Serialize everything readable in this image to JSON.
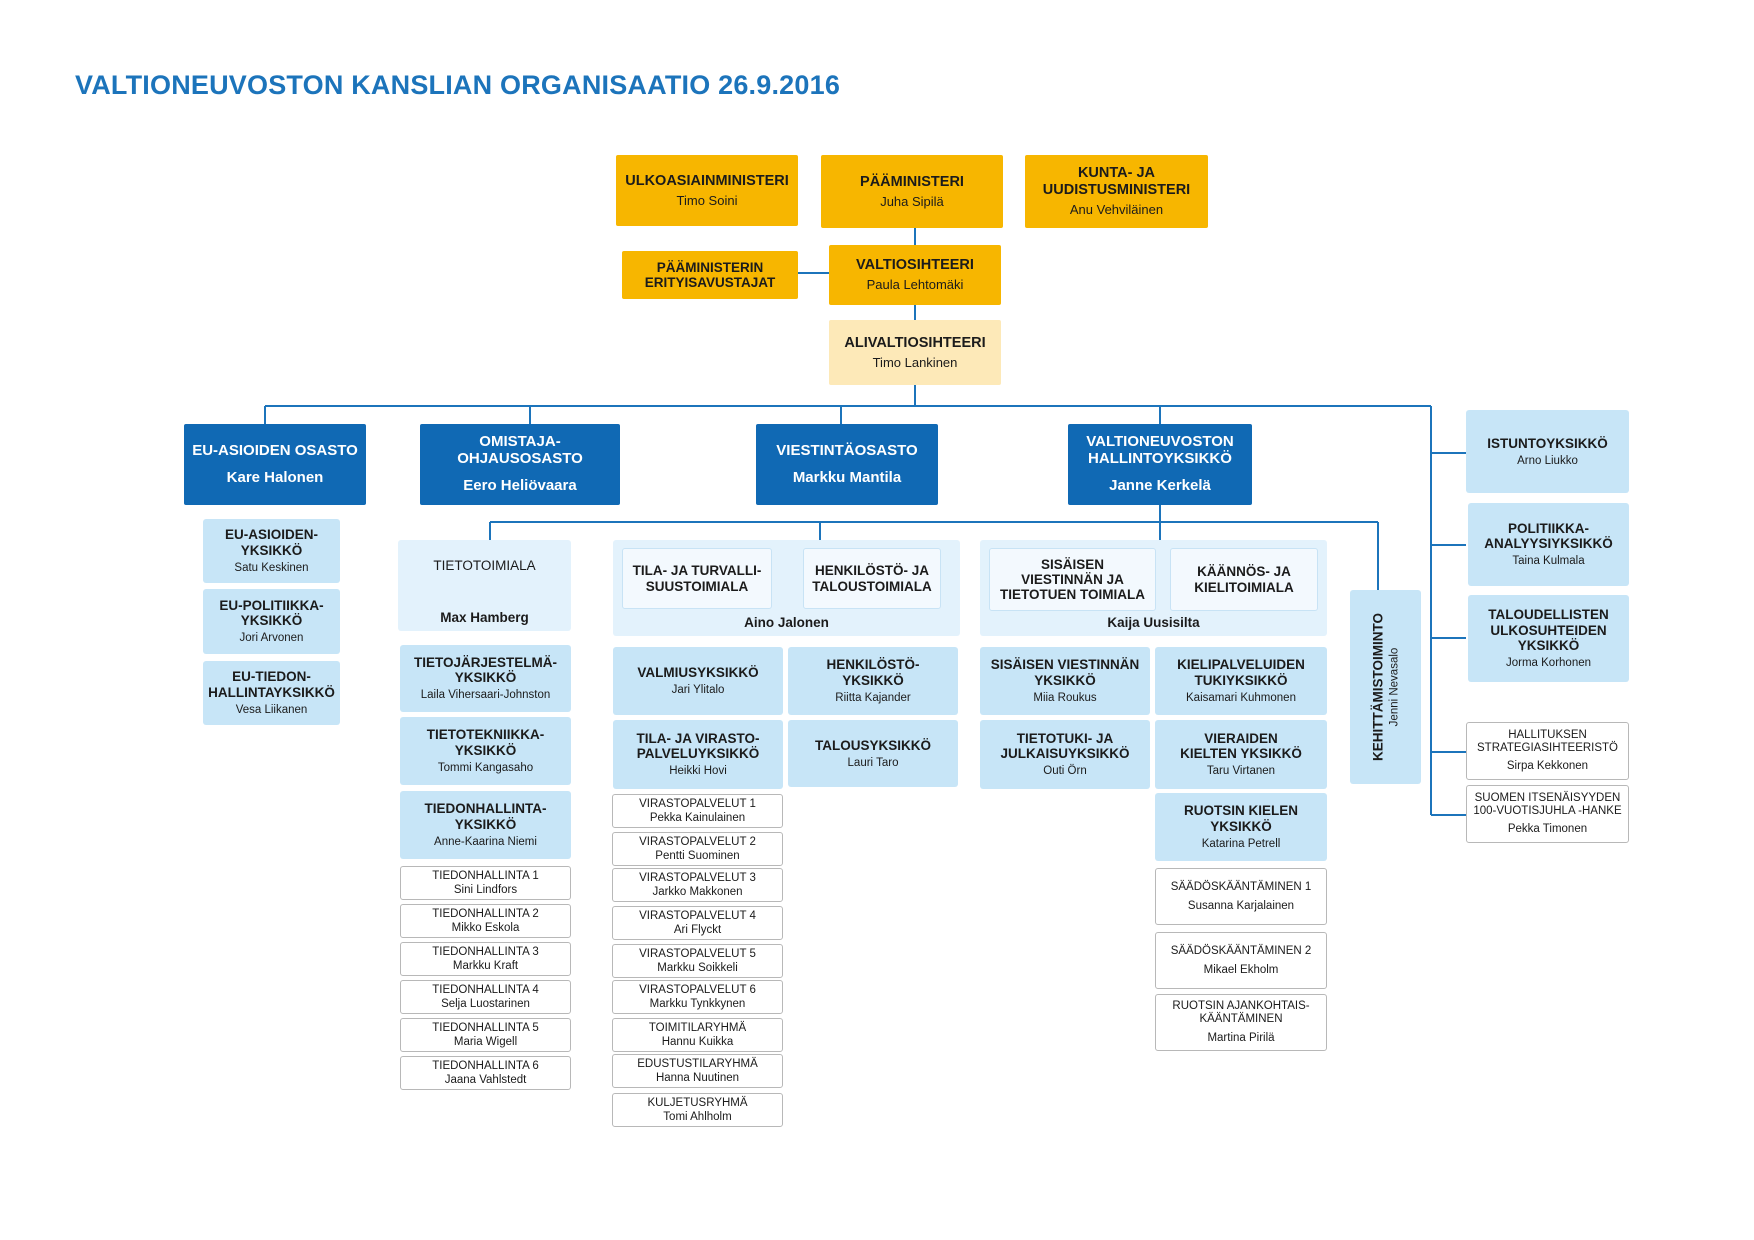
{
  "title": "VALTIONEUVOSTON KANSLIAN ORGANISAATIO 26.9.2016",
  "colors": {
    "title": "#1c74bb",
    "gold": "#f7b600",
    "cream": "#fde9b8",
    "dept": "#1069b4",
    "unit": "#c7e5f7",
    "light": "#e3f2fc",
    "line": "#1c74bb"
  },
  "leadership": {
    "ulkoministeri": {
      "title": "ULKOASIAINMINISTERI",
      "person": "Timo Soini"
    },
    "paaministeri": {
      "title": "PÄÄMINISTERI",
      "person": "Juha Sipilä"
    },
    "kuntaministeri": {
      "title": "KUNTA- JA\nUUDISTUSMINISTERI",
      "person": "Anu Vehviläinen"
    },
    "erityisavustajat": {
      "title": "PÄÄMINISTERIN\nERITYISAVUSTAJAT"
    },
    "valtiosihteeri": {
      "title": "VALTIOSIHTEERI",
      "person": "Paula Lehtomäki"
    },
    "alivaltiosihteeri": {
      "title": "ALIVALTIOSIHTEERI",
      "person": "Timo Lankinen"
    }
  },
  "departments": {
    "eu": {
      "title": "EU-ASIOIDEN OSASTO",
      "person": "Kare Halonen"
    },
    "omistaja": {
      "title": "OMISTAJA-\nOHJAUSOSASTO",
      "person": "Eero Heliövaara"
    },
    "viestinta": {
      "title": "VIESTINTÄOSASTO",
      "person": "Markku Mantila"
    },
    "hallinto": {
      "title": "VALTIONEUVOSTON\nHALLINTOYKSIKKÖ",
      "person": "Janne Kerkelä"
    }
  },
  "eu_units": [
    {
      "title": "EU-ASIOIDEN-\nYKSIKKÖ",
      "person": "Satu Keskinen"
    },
    {
      "title": "EU-POLITIIKKA-\nYKSIKKÖ",
      "person": "Jori Arvonen"
    },
    {
      "title": "EU-TIEDON-\nHALLINTAYKSIKKÖ",
      "person": "Vesa Liikanen"
    }
  ],
  "tieto": {
    "area": {
      "title": "TIETOTOIMIALA",
      "person": "Max Hamberg"
    },
    "units": [
      {
        "title": "TIETOJÄRJESTELMÄ-\nYKSIKKÖ",
        "person": "Laila Vihersaari-Johnston"
      },
      {
        "title": "TIETOTEKNIIKKA-\nYKSIKKÖ",
        "person": "Tommi Kangasaho"
      },
      {
        "title": "TIEDONHALLINTA-\nYKSIKKÖ",
        "person": "Anne-Kaarina Niemi"
      }
    ],
    "subunits": [
      {
        "title": "TIEDONHALLINTA 1",
        "person": "Sini Lindfors"
      },
      {
        "title": "TIEDONHALLINTA 2",
        "person": "Mikko Eskola"
      },
      {
        "title": "TIEDONHALLINTA 3",
        "person": "Markku Kraft"
      },
      {
        "title": "TIEDONHALLINTA 4",
        "person": "Selja Luostarinen"
      },
      {
        "title": "TIEDONHALLINTA 5",
        "person": "Maria Wigell"
      },
      {
        "title": "TIEDONHALLINTA 6",
        "person": "Jaana Vahlstedt"
      }
    ]
  },
  "aino": {
    "area1": "TILA- JA TURVALLI-\nSUUSTOIMIALA",
    "area2": "HENKILÖSTÖ- JA\nTALOUSTOIMIALA",
    "person": "Aino Jalonen",
    "left_units": [
      {
        "title": "VALMIUSYKSIKKÖ",
        "person": "Jari Ylitalo"
      },
      {
        "title": "TILA- JA VIRASTO-\nPALVELUYKSIKKÖ",
        "person": "Heikki Hovi"
      }
    ],
    "right_units": [
      {
        "title": "HENKILÖSTÖ-\nYKSIKKÖ",
        "person": "Riitta Kajander"
      },
      {
        "title": "TALOUSYKSIKKÖ",
        "person": "Lauri Taro"
      }
    ],
    "subunits": [
      {
        "title": "VIRASTOPALVELUT 1",
        "person": "Pekka Kainulainen"
      },
      {
        "title": "VIRASTOPALVELUT 2",
        "person": "Pentti Suominen"
      },
      {
        "title": "VIRASTOPALVELUT 3",
        "person": "Jarkko Makkonen"
      },
      {
        "title": "VIRASTOPALVELUT 4",
        "person": "Ari Flyckt"
      },
      {
        "title": "VIRASTOPALVELUT 5",
        "person": "Markku Soikkeli"
      },
      {
        "title": "VIRASTOPALVELUT 6",
        "person": "Markku Tynkkynen"
      },
      {
        "title": "TOIMITILARYHMÄ",
        "person": "Hannu Kuikka"
      },
      {
        "title": "EDUSTUSTILARYHMÄ",
        "person": "Hanna Nuutinen"
      },
      {
        "title": "KULJETUSRYHMÄ",
        "person": "Tomi Ahlholm"
      }
    ]
  },
  "kaija": {
    "area1": "SISÄISEN\nVIESTINNÄN JA\nTIETOTUEN TOIMIALA",
    "area2": "KÄÄNNÖS- JA\nKIELITOIMIALA",
    "person": "Kaija Uusisilta",
    "left_units": [
      {
        "title": "SISÄISEN VIESTINNÄN\nYKSIKKÖ",
        "person": "Miia Roukus"
      },
      {
        "title": "TIETOTUKI- JA\nJULKAISUYKSIKKÖ",
        "person": "Outi Örn"
      }
    ],
    "right_units": [
      {
        "title": "KIELIPALVELUIDEN\nTUKIYKSIKKÖ",
        "person": "Kaisamari Kuhmonen"
      },
      {
        "title": "VIERAIDEN\nKIELTEN YKSIKKÖ",
        "person": "Taru Virtanen"
      },
      {
        "title": "RUOTSIN KIELEN\nYKSIKKÖ",
        "person": "Katarina Petrell"
      }
    ],
    "subunits": [
      {
        "title": "SÄÄDÖSKÄÄNTÄMINEN 1",
        "person": "Susanna Karjalainen"
      },
      {
        "title": "SÄÄDÖSKÄÄNTÄMINEN 2",
        "person": "Mikael Ekholm"
      },
      {
        "title": "RUOTSIN AJANKOHTAIS-\nKÄÄNTÄMINEN",
        "person": "Martina Pirilä"
      }
    ]
  },
  "kehittamis": {
    "title": "KEHITTÄMISTOIMINTO",
    "person": "Jenni Nevasalo"
  },
  "right_units": [
    {
      "title": "ISTUNTOYKSIKKÖ",
      "person": "Arno Liukko"
    },
    {
      "title": "POLITIIKKA-\nANALYYSIYKSIKKÖ",
      "person": "Taina Kulmala"
    },
    {
      "title": "TALOUDELLISTEN\nULKOSUHTEIDEN\nYKSIKKÖ",
      "person": "Jorma Korhonen"
    }
  ],
  "right_projects": [
    {
      "title": "HALLITUKSEN\nSTRATEGIASIHTEERISTÖ",
      "person": "Sirpa Kekkonen"
    },
    {
      "title": "SUOMEN ITSENÄISYYDEN\n100-VUOTISJUHLA -HANKE",
      "person": "Pekka Timonen"
    }
  ]
}
